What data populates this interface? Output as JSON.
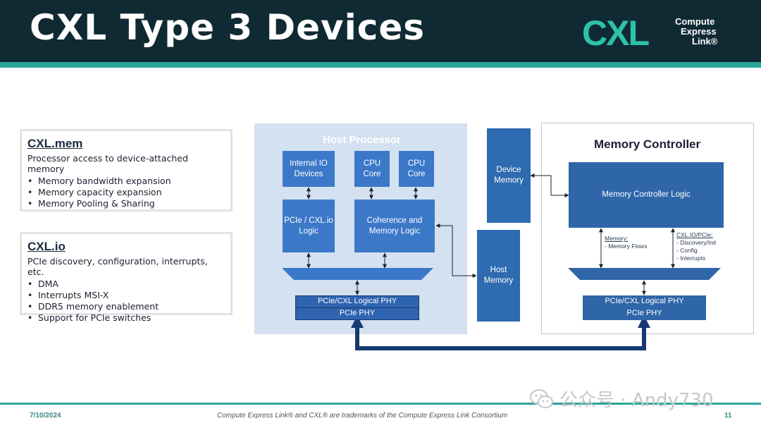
{
  "header": {
    "title": "CXL Type 3 Devices",
    "logo_letters": "CXL",
    "logo_text": [
      "Compute",
      "Express",
      "Link®"
    ]
  },
  "left_panel": {
    "mem": {
      "title": "CXL.mem",
      "subtitle": "Processor access to device-attached memory",
      "items": [
        "Memory bandwidth expansion",
        "Memory capacity expansion",
        "Memory Pooling & Sharing"
      ]
    },
    "io": {
      "title": "CXL.io",
      "subtitle": "PCIe discovery, configuration, interrupts, etc.",
      "items": [
        "DMA",
        "Interrupts MSI-X",
        "DDR5 memory enablement",
        "Support for PCIe switches"
      ]
    }
  },
  "diagram": {
    "host_processor": {
      "label": "Host Processor",
      "internal_io": "Internal IO\nDevices",
      "cpu_core_1": "CPU\nCore",
      "cpu_core_2": "CPU\nCore",
      "pcie_logic": "PCIe / CXL.io\nLogic",
      "coherence_logic": "Coherence and\nMemory Logic",
      "logical_phy": "PCIe/CXL Logical PHY",
      "pcie_phy": "PCIe PHY"
    },
    "device_memory": "Device\nMemory",
    "host_memory": "Host\nMemory",
    "memory_controller": {
      "label": "Memory Controller",
      "logic": "Memory Controller Logic",
      "memory_note_title": "Memory:",
      "memory_note_items": [
        "- Memory Flows"
      ],
      "io_note_title": "CXL.IO/PCIe:",
      "io_note_items": [
        "- Discovery/Init",
        "- Config",
        "- Interrupts"
      ],
      "logical_phy": "PCIe/CXL Logical PHY",
      "pcie_phy": "PCIe PHY"
    }
  },
  "footer": {
    "date": "7/10/2024",
    "trademark": "Compute Express Link® and CXL® are trademarks of the Compute Express Link Consortium",
    "page": "11",
    "watermark": "公众号 · Andy730"
  },
  "colors": {
    "header_bg": "#0f2a33",
    "accent_teal": "#2aa69a",
    "block_blue": "#3c78c8",
    "host_region": "#d3e1f0",
    "link_navy": "#163a70"
  }
}
